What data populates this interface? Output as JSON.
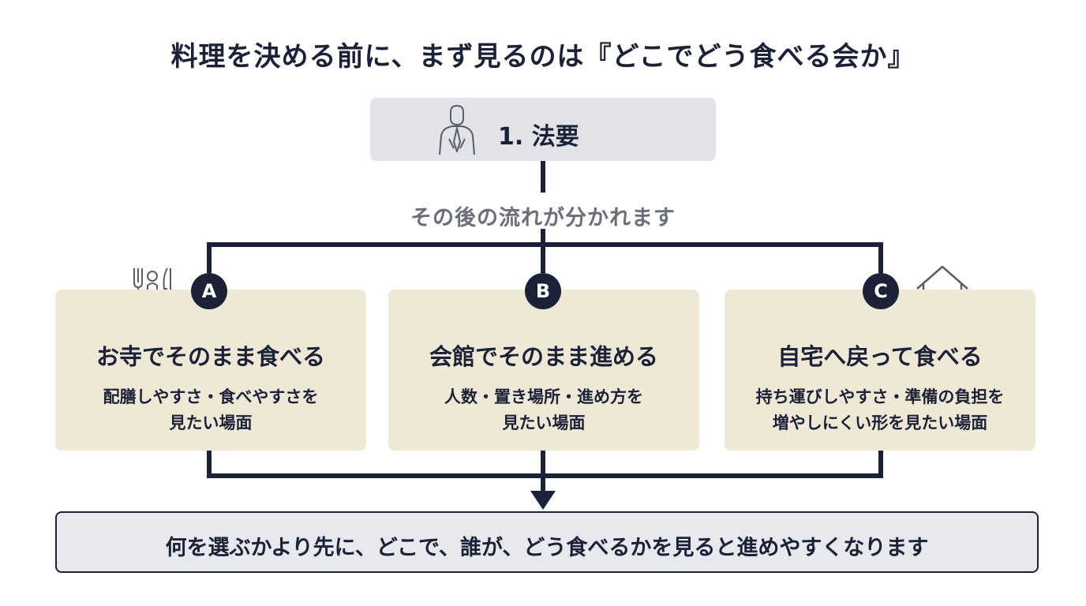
{
  "title": "料理を決める前に、まず見るのは『どこでどう食べる会か』",
  "top": {
    "label": "1. 法要",
    "icon": "monk-praying-icon"
  },
  "subtitle": "その後の流れが分かれます",
  "cards": [
    {
      "badge": "A",
      "heading": "お寺でそのまま食べる",
      "desc1": "配膳しやすさ・食べやすさを",
      "desc2": "見たい場面",
      "icon": "cutlery-icon"
    },
    {
      "badge": "B",
      "heading": "会館でそのまま進める",
      "desc1": "人数・置き場所・進め方を",
      "desc2": "見たい場面",
      "icon": ""
    },
    {
      "badge": "C",
      "heading": "自宅へ戻って食べる",
      "desc1": "持ち運びしやすさ・準備の負担を",
      "desc2": "増やしにくい形を見たい場面",
      "icon": "house-icon"
    }
  ],
  "conclusion": "何を選ぶかより先に、どこで、誰が、どう食べるかを見ると進めやすくなります",
  "colors": {
    "navy": "#1b2237",
    "card_beige": "#efe8d6",
    "top_box_gray": "#e2e3e8",
    "subtitle_gray": "#6b6f78"
  }
}
